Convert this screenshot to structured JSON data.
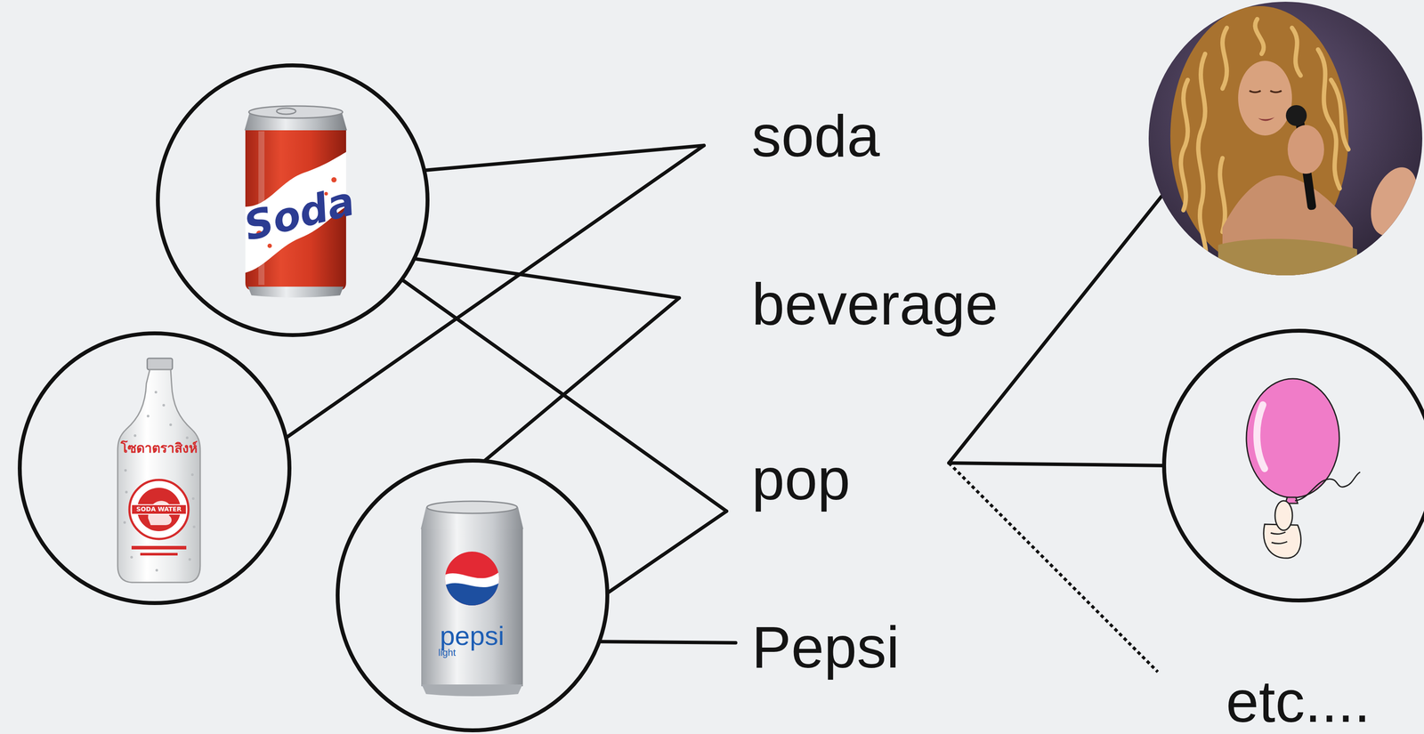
{
  "diagram": {
    "nodes": [
      {
        "text": [
          "Soda"
        ]
      },
      {
        "text": [
          "โซดาตราสิงห์",
          "SODA WATER"
        ]
      },
      {
        "text": [
          "pepsi",
          "light"
        ]
      },
      {
        "text": [
          "soda"
        ]
      },
      {
        "text": [
          "beverage"
        ]
      },
      {
        "text": [
          "pop"
        ]
      },
      {
        "text": [
          "Pepsi"
        ]
      },
      {
        "text": []
      },
      {
        "text": []
      },
      {
        "text": [
          "etc...."
        ]
      }
    ],
    "edges": [
      {
        "from": 0,
        "to": 3,
        "arrow": "none"
      },
      {
        "from": 1,
        "to": 3,
        "arrow": "none"
      },
      {
        "from": 0,
        "to": 4,
        "arrow": "none"
      },
      {
        "from": 2,
        "to": 4,
        "arrow": "none"
      },
      {
        "from": 0,
        "to": 5,
        "arrow": "none"
      },
      {
        "from": 2,
        "to": 5,
        "arrow": "none"
      },
      {
        "from": 2,
        "to": 6,
        "arrow": "none"
      },
      {
        "from": 5,
        "to": 7,
        "arrow": "none"
      },
      {
        "from": 5,
        "to": 8,
        "arrow": "none"
      },
      {
        "from": 5,
        "to": 9,
        "arrow": "none"
      }
    ]
  }
}
